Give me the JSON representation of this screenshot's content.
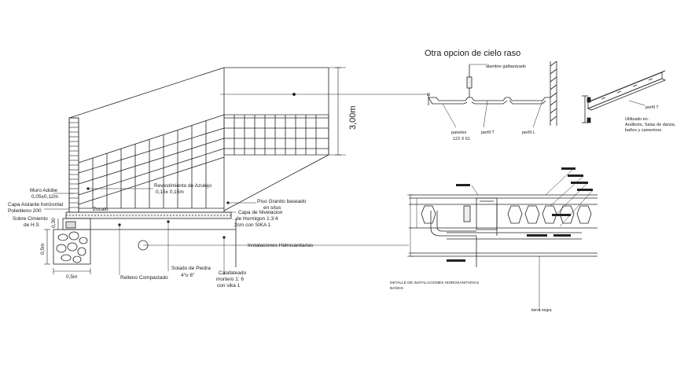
{
  "left_detail": {
    "height_label": "3,00m",
    "muro_adobe": "Muro Adobe",
    "muro_dim": "0,05x0,12m",
    "capa_aislante": "Capa Aislante horizontal",
    "polietileno": "Polietileno 200",
    "sobre_cimiento": "Sobre Cimiento",
    "hs": "de H.S",
    "zocalo": "Zocalo",
    "revestimiento": "Revestimiento de Azulejo",
    "revestimiento_dim": "0,15x 0,15m",
    "piso_granito": "Piso Granito baseado",
    "piso_granito_2": "en situs",
    "capa_nivelacion": "Capa de Nivelacion",
    "capa_nivelacion_2": "de Hormigon 1:3:4",
    "capa_nivelacion_3": "2cm con SIKA 1",
    "instalaciones": "Instalaciones Hidrosanitarias",
    "solado": "Solado de Piedra",
    "solado_dim": "4\"o 6\"",
    "calafateado": "Calafateado",
    "calafateado_2": "mortero 1: 6",
    "calafateado_3": "con sika 1",
    "relleno": "Relleno Compactado",
    "dim_30": "0,30",
    "dim_5m_v": "0,5m",
    "dim_5m_h": "0,5m"
  },
  "ceiling_detail": {
    "title": "Otra opcion de cielo raso",
    "alambre": "alambre galbanizado",
    "paneles": "paneles",
    "paneles_dim": "122 X 61",
    "perfil_t": "perfil T",
    "perfil_l": "perfil L",
    "perfil_t_right": "perfil T",
    "utilizado": "Utilizado en :",
    "utilizado_2": "Auditorio, Salas de danza,",
    "utilizado_3": "baños y camerinos"
  },
  "bottom_right": {
    "caption": "DETALLE DE INSTALACIONES HIDROSANITARIAS",
    "caption_2": "BAÑOS",
    "tierra": "tierra negra"
  }
}
